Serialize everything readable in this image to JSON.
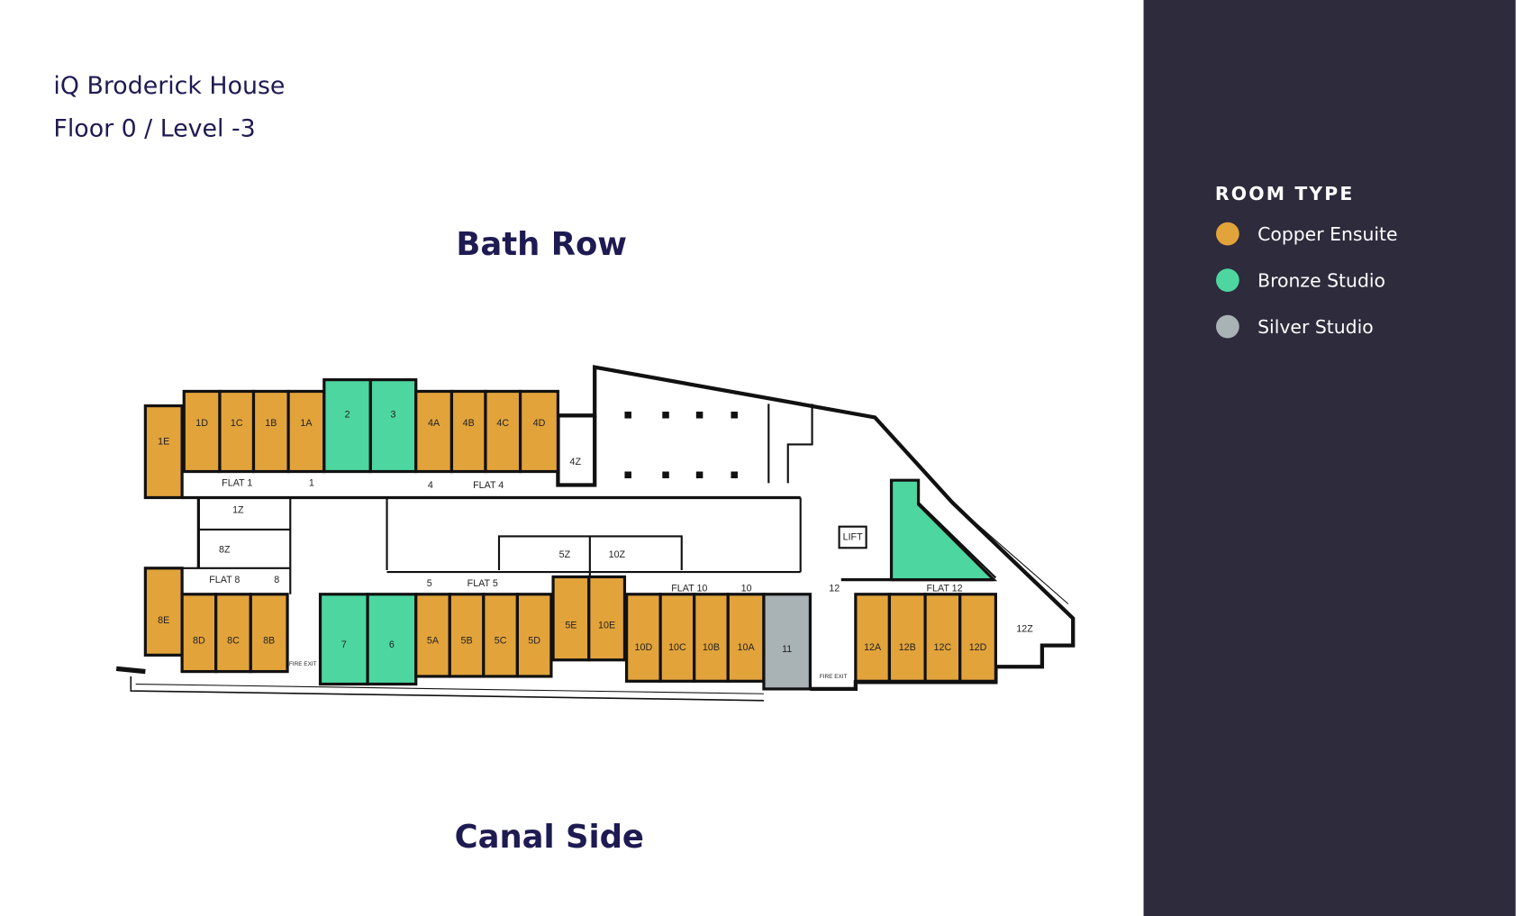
{
  "header": {
    "building": "iQ Broderick House",
    "floor": "Floor 0 / Level -3"
  },
  "orientation": {
    "top": "Bath Row",
    "bottom": "Canal Side"
  },
  "legend": {
    "title": "ROOM TYPE",
    "items": [
      {
        "label": "Copper Ensuite",
        "color": "#E2A33B"
      },
      {
        "label": "Bronze Studio",
        "color": "#4DD6A0"
      },
      {
        "label": "Silver Studio",
        "color": "#A9B2B5"
      }
    ],
    "background": "#2D2B3C"
  },
  "rooms": [
    {
      "label": "1E",
      "type": "copper"
    },
    {
      "label": "1D",
      "type": "copper"
    },
    {
      "label": "1C",
      "type": "copper"
    },
    {
      "label": "1B",
      "type": "copper"
    },
    {
      "label": "1A",
      "type": "copper"
    },
    {
      "label": "2",
      "type": "bronze"
    },
    {
      "label": "3",
      "type": "bronze"
    },
    {
      "label": "4A",
      "type": "copper"
    },
    {
      "label": "4B",
      "type": "copper"
    },
    {
      "label": "4C",
      "type": "copper"
    },
    {
      "label": "4D",
      "type": "copper"
    },
    {
      "label": "8E",
      "type": "copper"
    },
    {
      "label": "8D",
      "type": "copper"
    },
    {
      "label": "8C",
      "type": "copper"
    },
    {
      "label": "8B",
      "type": "copper"
    },
    {
      "label": "7",
      "type": "bronze"
    },
    {
      "label": "6",
      "type": "bronze"
    },
    {
      "label": "5A",
      "type": "copper"
    },
    {
      "label": "5B",
      "type": "copper"
    },
    {
      "label": "5C",
      "type": "copper"
    },
    {
      "label": "5D",
      "type": "copper"
    },
    {
      "label": "5E",
      "type": "copper"
    },
    {
      "label": "10E",
      "type": "copper"
    },
    {
      "label": "10D",
      "type": "copper"
    },
    {
      "label": "10C",
      "type": "copper"
    },
    {
      "label": "10B",
      "type": "copper"
    },
    {
      "label": "10A",
      "type": "copper"
    },
    {
      "label": "11",
      "type": "silver"
    },
    {
      "label": "12A",
      "type": "copper"
    },
    {
      "label": "12B",
      "type": "copper"
    },
    {
      "label": "12C",
      "type": "copper"
    },
    {
      "label": "12D",
      "type": "copper"
    }
  ],
  "areas": [
    "FLAT 1",
    "1",
    "4",
    "FLAT 4",
    "4Z",
    "1Z",
    "8Z",
    "FLAT 8",
    "8",
    "5",
    "FLAT 5",
    "5Z",
    "10Z",
    "FLAT 10",
    "10",
    "12",
    "FLAT 12",
    "12Z",
    "LIFT"
  ],
  "exits": [
    "FIRE EXIT",
    "FIRE EXIT"
  ]
}
